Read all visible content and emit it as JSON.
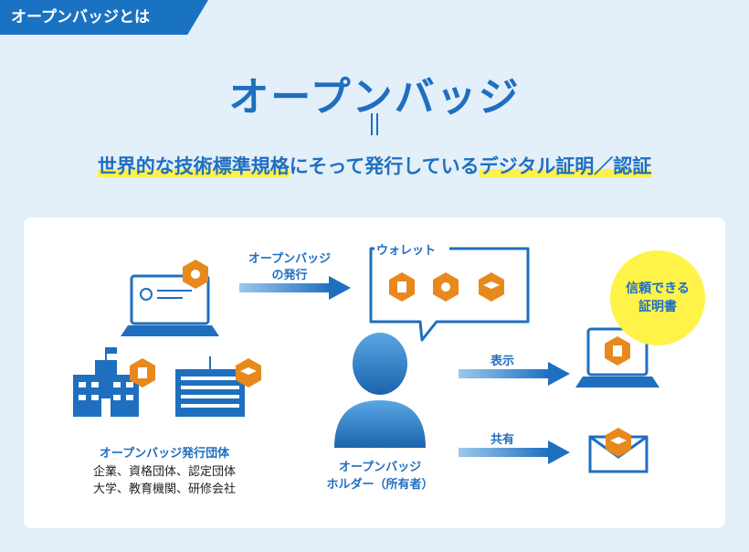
{
  "header": {
    "tag": "オープンバッジとは",
    "title": "オープンバッジ",
    "subtitle_parts": [
      {
        "text": "世界的な技術標準規格",
        "highlight": true
      },
      {
        "text": "にそって発行している",
        "highlight": false
      },
      {
        "text": "デジタル証明／認証",
        "highlight": true
      }
    ]
  },
  "diagram": {
    "issue_label_1": "オープンバッジ",
    "issue_label_2": "の発行",
    "wallet_label": "ウォレット",
    "issuer_title": "オープンバッジ発行団体",
    "issuer_desc_1": "企業、資格団体、認定団体",
    "issuer_desc_2": "大学、教育機関、研修会社",
    "holder_line_1": "オープンバッジ",
    "holder_line_2": "ホルダー（所有者）",
    "display_label": "表示",
    "share_label": "共有",
    "trust_line_1": "信頼できる",
    "trust_line_2": "証明書"
  },
  "colors": {
    "primary": "#1f6fc0",
    "badge_orange": "#e8891e",
    "highlight_yellow": "#fff34a",
    "background": "#e3eff9"
  }
}
